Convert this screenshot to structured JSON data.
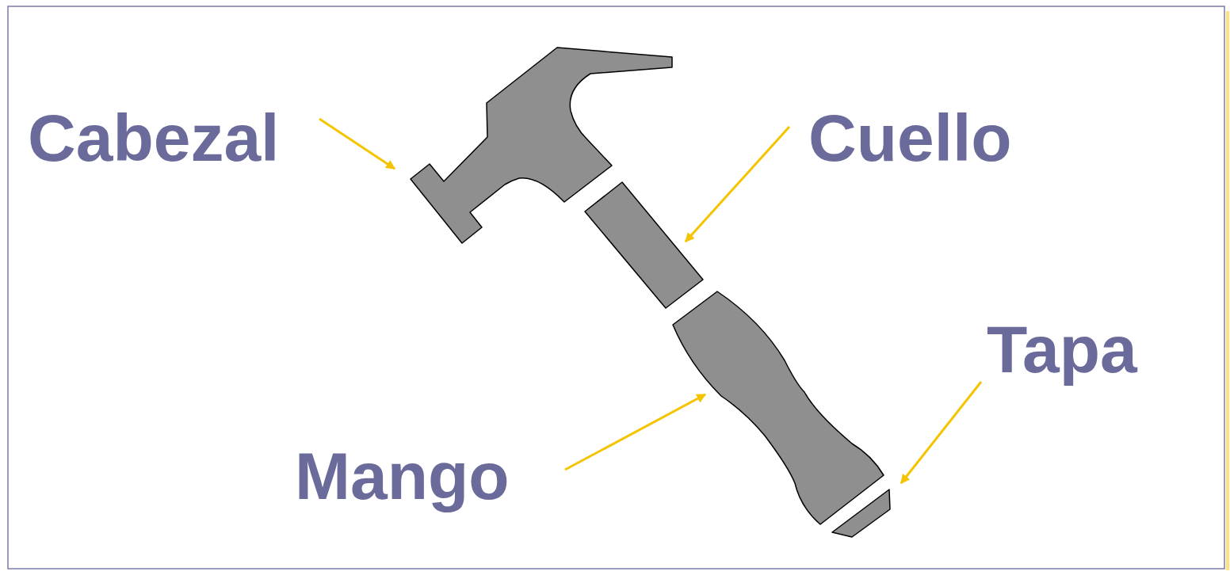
{
  "diagram": {
    "labels": [
      "Cabezal",
      "Cuello",
      "Mango",
      "Tapa"
    ]
  }
}
